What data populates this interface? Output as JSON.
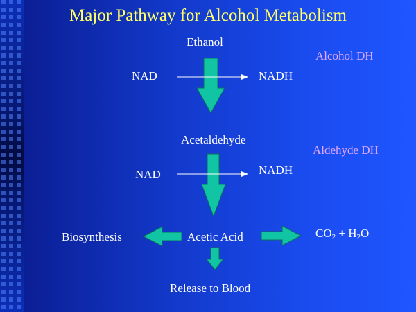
{
  "title": "Major Pathway for Alcohol Metabolism",
  "compounds": {
    "ethanol": "Ethanol",
    "acetaldehyde": "Acetaldehyde",
    "acetic_acid": "Acetic Acid",
    "biosynthesis": "Biosynthesis",
    "release": "Release to Blood",
    "co2": "CO",
    "co2_sub": "2",
    "plus_h2": " + H",
    "h2_sub": "2",
    "o": "O"
  },
  "cofactors": {
    "nad_1": "NAD",
    "nadh_1": "NADH",
    "nad_2": "NAD",
    "nadh_2": "NADH"
  },
  "enzymes": {
    "alcohol_dh": "Alcohol DH",
    "aldehyde_dh": "Aldehyde DH"
  },
  "colors": {
    "title": "#ffff66",
    "enzyme": "#e0a8ff",
    "arrow_fill": "#11c4a4",
    "arrow_stroke": "#0b6e5c",
    "text": "#ffffff"
  }
}
